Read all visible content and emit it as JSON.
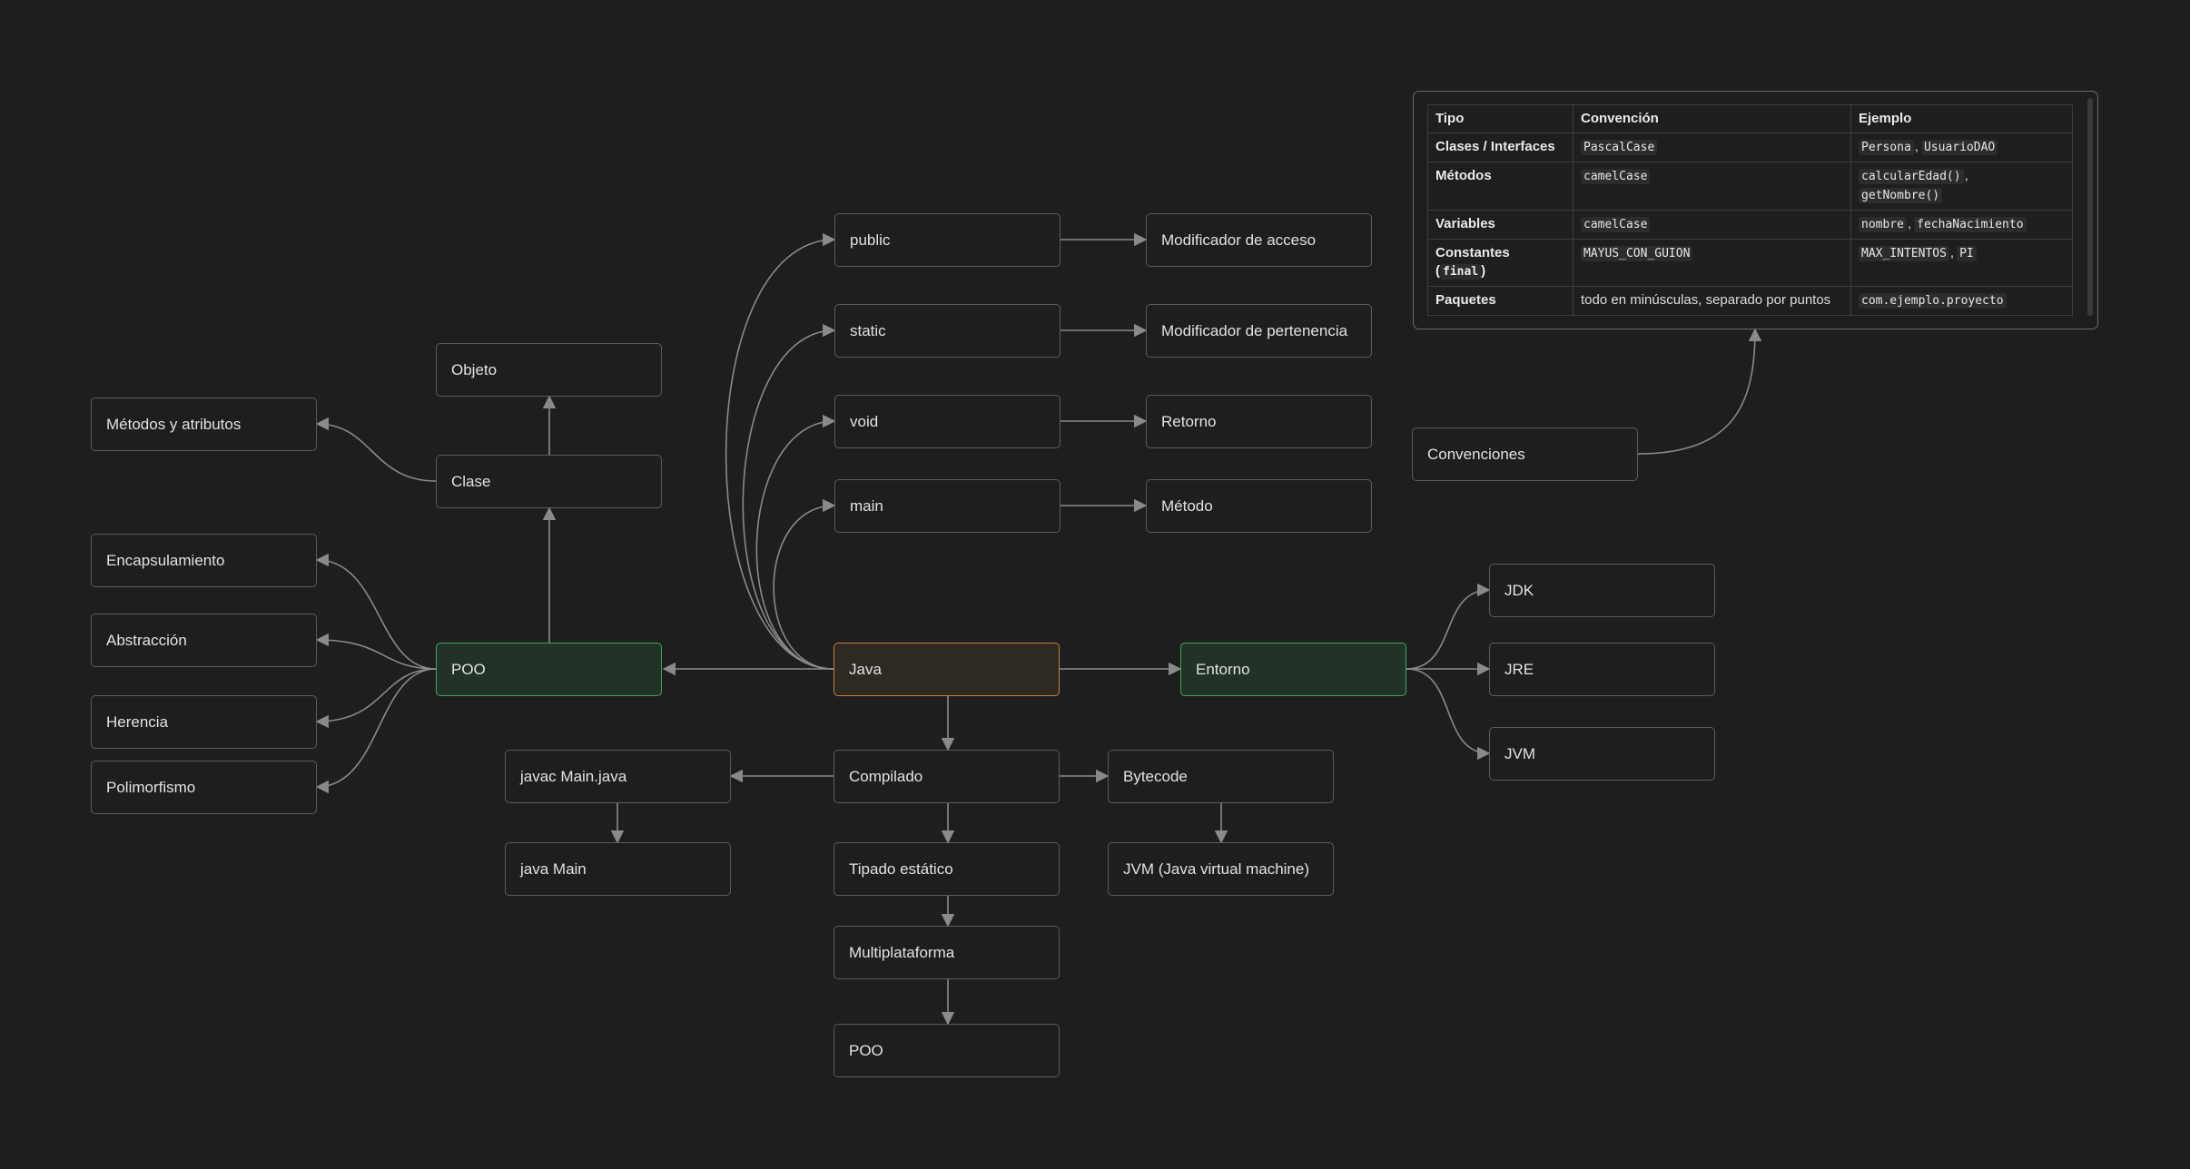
{
  "colors": {
    "background": "#1e1e1e",
    "node_border": "#5c5c5c",
    "edge": "#8a8a8a",
    "green_accent": "#3fa561",
    "orange_accent": "#c9813b"
  },
  "nodes": {
    "objeto": "Objeto",
    "metodos_atributos": "Métodos y atributos",
    "clase": "Clase",
    "encapsulamiento": "Encapsulamiento",
    "abstraccion": "Abstracción",
    "poo_left": "POO",
    "herencia": "Herencia",
    "polimorfismo": "Polimorfismo",
    "public": "public",
    "static": "static",
    "void": "void",
    "main": "main",
    "modificador_acceso": "Modificador de acceso",
    "modificador_pertenencia": "Modificador de pertenencia",
    "retorno": "Retorno",
    "metodo": "Método",
    "java": "Java",
    "entorno": "Entorno",
    "jdk": "JDK",
    "jre": "JRE",
    "jvm": "JVM",
    "compilado": "Compilado",
    "javac": "javac Main.java",
    "java_main": "java Main",
    "bytecode": "Bytecode",
    "jvm_full": "JVM (Java virtual machine)",
    "tipado": "Tipado estático",
    "multiplataforma": "Multiplataforma",
    "poo_bottom": "POO",
    "convenciones": "Convenciones"
  },
  "table": {
    "headers": {
      "tipo": "Tipo",
      "convencion": "Convención",
      "ejemplo": "Ejemplo"
    },
    "rows": [
      {
        "tipo": "Clases / Interfaces",
        "convencion": "PascalCase",
        "ejemplo_1": "Persona",
        "ejemplo_2": "UsuarioDAO"
      },
      {
        "tipo": "Métodos",
        "convencion": "camelCase",
        "ejemplo_1": "calcularEdad()",
        "ejemplo_2": "getNombre()"
      },
      {
        "tipo": "Variables",
        "convencion": "camelCase",
        "ejemplo_1": "nombre",
        "ejemplo_2": "fechaNacimiento"
      },
      {
        "tipo": "Constantes",
        "tipo_code": "final",
        "convencion": "MAYUS_CON_GUION",
        "ejemplo_1": "MAX_INTENTOS",
        "ejemplo_2": "PI"
      },
      {
        "tipo": "Paquetes",
        "convencion": "todo en minúsculas, separado por puntos",
        "ejemplo_1": "com.ejemplo.proyecto"
      }
    ]
  }
}
